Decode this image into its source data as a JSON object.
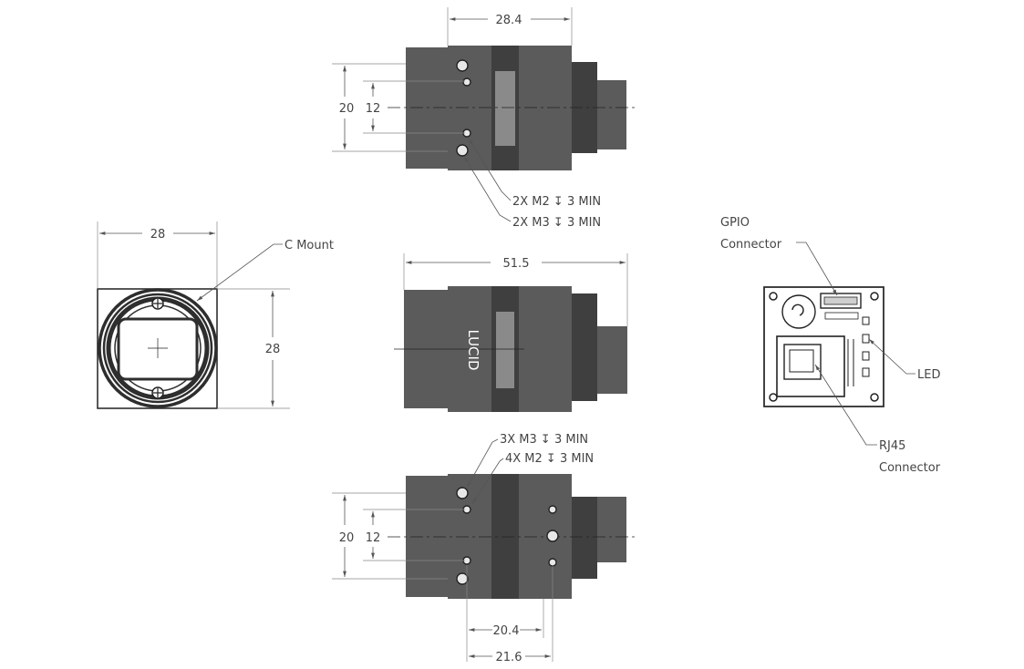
{
  "dimensions": {
    "top_width": "28.4",
    "top_height_outer": "20",
    "top_height_inner": "12",
    "front_width": "28",
    "front_height": "28",
    "side_length": "51.5",
    "bottom_height_outer": "20",
    "bottom_height_inner": "12",
    "bottom_width_a": "20.4",
    "bottom_width_b": "21.6"
  },
  "callouts": {
    "top_m2": "2X M2 ↧ 3 MIN",
    "top_m3": "2X M3 ↧ 3 MIN",
    "bottom_m3": "3X M3 ↧ 3 MIN",
    "bottom_m2": "4X M2 ↧ 3 MIN",
    "c_mount": "C Mount",
    "gpio_line1": "GPIO",
    "gpio_line2": "Connector",
    "led": "LED",
    "rj45_line1": "RJ45",
    "rj45_line2": "Connector"
  },
  "logo_text": "LUCID",
  "colors": {
    "body": "#5b5b5b",
    "dark": "#3f3f3f",
    "line": "#555555"
  }
}
